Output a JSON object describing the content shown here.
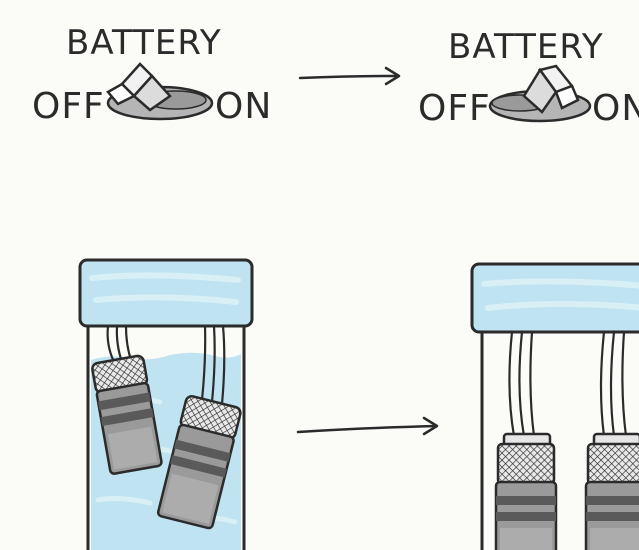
{
  "switch_before": {
    "title": "BATTERY",
    "off_label": "OFF",
    "on_label": "ON",
    "state": "off"
  },
  "switch_after": {
    "title": "BATTERY",
    "off_label": "OFF",
    "on_label": "ON",
    "state": "on"
  },
  "colors": {
    "ink": "#2b2b2b",
    "water": "#bfe3f0",
    "water_light": "#d8eff6",
    "battery_gray": "#8c8c8c",
    "battery_dark": "#5a5a5a",
    "battery_light": "#b9b9b9",
    "paper": "#fbfbf8"
  }
}
